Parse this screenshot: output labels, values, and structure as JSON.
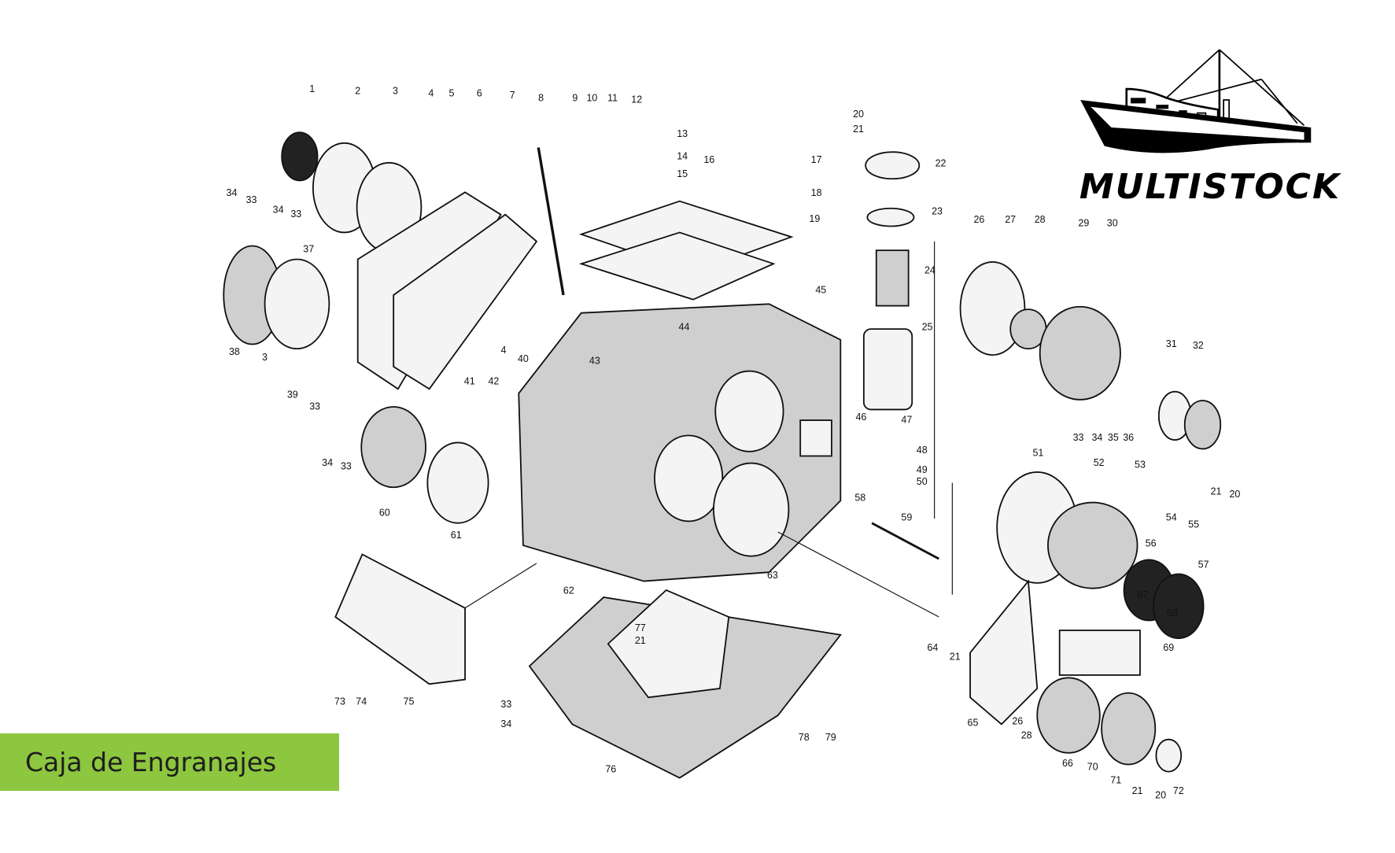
{
  "caption": "Caja de Engranajes",
  "brand": {
    "name": "MULTISTOCK"
  },
  "colors": {
    "caption_bg": "#8dc63f",
    "ink": "#111111"
  },
  "parts": [
    "1",
    "2",
    "3",
    "4",
    "5",
    "6",
    "7",
    "8",
    "9",
    "10",
    "11",
    "12",
    "13",
    "14",
    "15",
    "16",
    "17",
    "18",
    "19",
    "20",
    "21",
    "22",
    "23",
    "24",
    "25",
    "26",
    "27",
    "28",
    "29",
    "30",
    "31",
    "32",
    "33",
    "34",
    "35",
    "36",
    "21",
    "20",
    "34",
    "33",
    "34",
    "33",
    "37",
    "38",
    "3",
    "39",
    "33",
    "40",
    "4",
    "41",
    "42",
    "43",
    "44",
    "45",
    "46",
    "47",
    "48",
    "49",
    "50",
    "34",
    "33",
    "60",
    "61",
    "62",
    "51",
    "52",
    "53",
    "54",
    "55",
    "56",
    "57",
    "58",
    "59",
    "63",
    "64",
    "21",
    "67",
    "68",
    "69",
    "65",
    "26",
    "28",
    "66",
    "70",
    "71",
    "21",
    "20",
    "72",
    "73",
    "74",
    "75",
    "77",
    "21",
    "33",
    "34",
    "76",
    "78",
    "79"
  ]
}
